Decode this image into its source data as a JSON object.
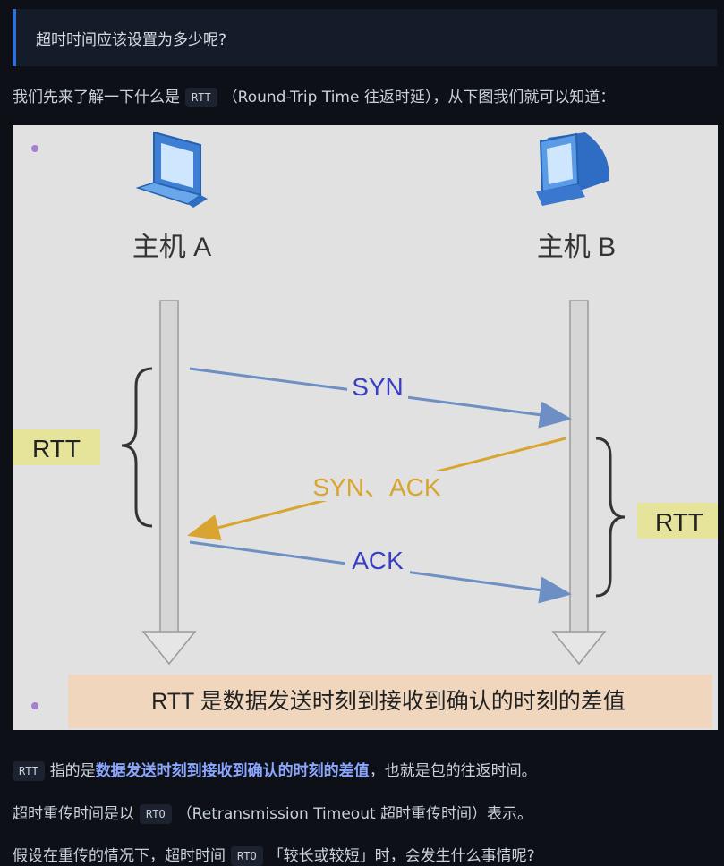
{
  "callout": {
    "text": "超时时间应该设置为多少呢?"
  },
  "intro": {
    "before": "我们先来了解一下什么是",
    "code": "RTT",
    "after": "（Round-Trip Time 往返时延），从下图我们就可以知道："
  },
  "diagram": {
    "host_a_label": "主机 A",
    "host_b_label": "主机 B",
    "syn_label": "SYN",
    "synack_label": "SYN、ACK",
    "ack_label": "ACK",
    "rtt_left": "RTT",
    "rtt_right": "RTT",
    "caption": "RTT 是数据发送时刻到接收到确认的时刻的差值",
    "colors": {
      "blue_arrow": "#6d8fc4",
      "orange_arrow": "#d9a530",
      "rtt_box": "#e6e39b",
      "caption_bg": "#f0d6bd"
    }
  },
  "p1": {
    "code": "RTT",
    "middle": "指的是",
    "highlight": "数据发送时刻到接收到确认的时刻的差值",
    "after": "，也就是包的往返时间。"
  },
  "p2": {
    "before": "超时重传时间是以",
    "code": "RTO",
    "after": "（Retransmission Timeout 超时重传时间）表示。"
  },
  "p3": {
    "before": "假设在重传的情况下，超时时间",
    "code": "RTO",
    "after": "「较长或较短」时，会发生什么事情呢?"
  }
}
